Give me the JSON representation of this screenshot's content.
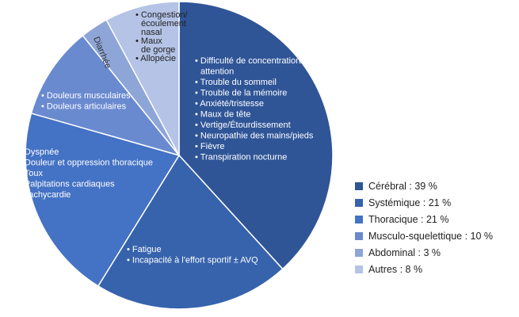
{
  "chart_data": {
    "type": "pie",
    "title": "",
    "legend_position": "right",
    "slices": [
      {
        "name": "Cérébral : 39 %",
        "value": 39,
        "color": "#2F5597",
        "items": [
          "Difficulté de concentration/",
          "attention",
          "Trouble du sommeil",
          "Trouble de la mémoire",
          "Anxiété/tristesse",
          "Maux de tête",
          "Vertige/Étourdissement",
          "Neuropathie des mains/pieds",
          "Fièvre",
          "Transpiration nocturne"
        ]
      },
      {
        "name": "Systémique : 21 %",
        "value": 21,
        "color": "#3763AC",
        "items": [
          "Fatigue",
          "Incapacité à l'effort sportif ± AVQ"
        ]
      },
      {
        "name": "Thoracique : 21 %",
        "value": 21,
        "color": "#4472C4",
        "items": [
          "Dyspnée",
          "Douleur et oppression thoracique",
          "Toux",
          "Palpitations cardiaques",
          "Tachycardie"
        ]
      },
      {
        "name": "Musculo-squelettique : 10 %",
        "value": 10,
        "color": "#6A8AD0",
        "items": [
          "Douleurs musculaires",
          "Douleurs articulaires"
        ]
      },
      {
        "name": "Abdominal : 3 %",
        "value": 3,
        "color": "#8EA5D8",
        "items": [
          "Diarrhée"
        ]
      },
      {
        "name": "Autres : 8 %",
        "value": 8,
        "color": "#B4C3E6",
        "items": [
          "Congestion/",
          "écoulement",
          "nasal",
          "Maux",
          "de gorge",
          "Allopécie"
        ]
      }
    ]
  }
}
